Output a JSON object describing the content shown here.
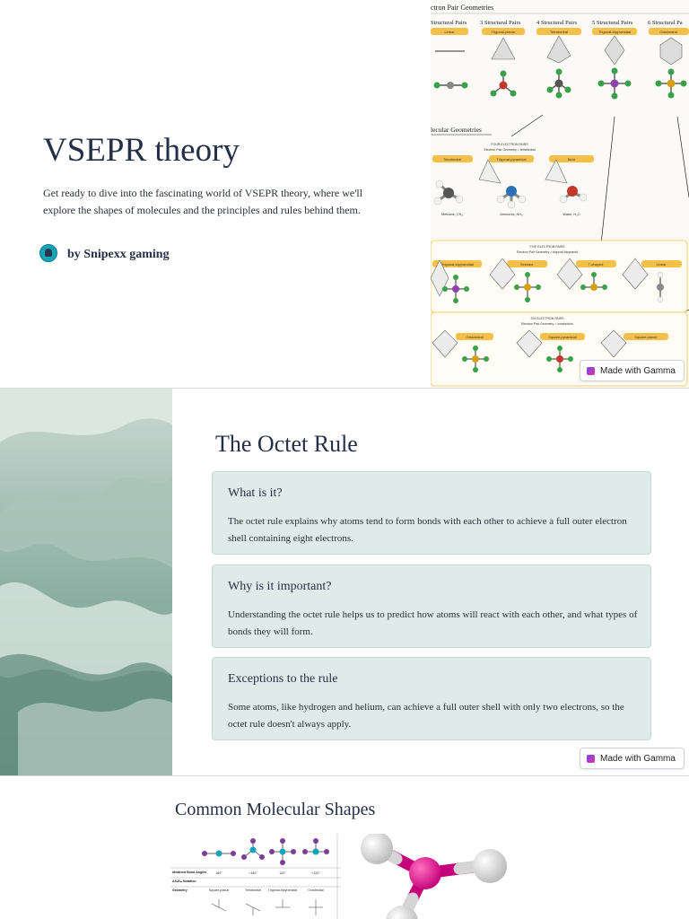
{
  "slide1": {
    "title": "VSEPR theory",
    "body": "Get ready to dive into the fascinating world of VSEPR theory, where we'll explore the shapes of molecules and the principles and rules behind them.",
    "author": "by Snipexx gaming",
    "image": {
      "header": "ctron Pair Geometries",
      "columns": [
        "Structural Pairs",
        "3 Structural Pairs",
        "4 Structural Pairs",
        "5 Structural Pairs",
        "6 Structural Pa"
      ],
      "tags": [
        "Linear",
        "Trigonal-planar",
        "Tetrahedral",
        "Trigonal-bipyramidal",
        "Octahedral"
      ],
      "section2": "lecular Geometries",
      "four_pairs": "FOUR ELECTRON PAIRS",
      "four_geom": "Electron Pair Geometry = tetrahedral",
      "mol_tags": [
        "Tetrahedral",
        "Trigonal-pyramidal",
        "Bent"
      ],
      "mol_names": [
        "Methane, CH₄",
        "Ammonia, NH₃",
        "Water, H₂O"
      ],
      "five_pairs": "FIVE ELECTRON PAIRS",
      "five_geom": "Electron Pair Geometry = trigonal-bipyramid",
      "five_tags": [
        "Trigonal-bipyramidal",
        "Seesaw",
        "T-shaped",
        "Linear"
      ],
      "six_pairs": "SIX ELECTRON PAIRS",
      "six_geom": "Electron Pair Geometry = octahedron",
      "six_tags": [
        "Octahedral",
        "Square-pyramidal",
        "Square-planar"
      ]
    },
    "badge": "Made with Gamma"
  },
  "slide2": {
    "title": "The Octet Rule",
    "cards": [
      {
        "heading": "What is it?",
        "text": "The octet rule explains why atoms tend to form bonds with each other to achieve a full outer electron shell containing eight electrons."
      },
      {
        "heading": "Why is it important?",
        "text": "Understanding the octet rule helps us to predict how atoms will react with each other, and what types of bonds they will form."
      },
      {
        "heading": "Exceptions to the rule",
        "text": "Some atoms, like hydrogen and helium, can achieve a full outer shell with only two electrons, so the octet rule doesn't always apply."
      }
    ],
    "badge": "Made with Gamma"
  },
  "slide3": {
    "title": "Common Molecular Shapes",
    "table_labels": [
      "Idealized Bond Angles",
      "AXₙEₘ Notation",
      "Geometry"
    ],
    "table_angles": [
      "180°",
      "<180°",
      "120°",
      "<120°"
    ],
    "table_geoms": [
      "Square-planar",
      "Tetrahedral",
      "Trigonal-bipyramidal",
      "Octahedral"
    ]
  }
}
